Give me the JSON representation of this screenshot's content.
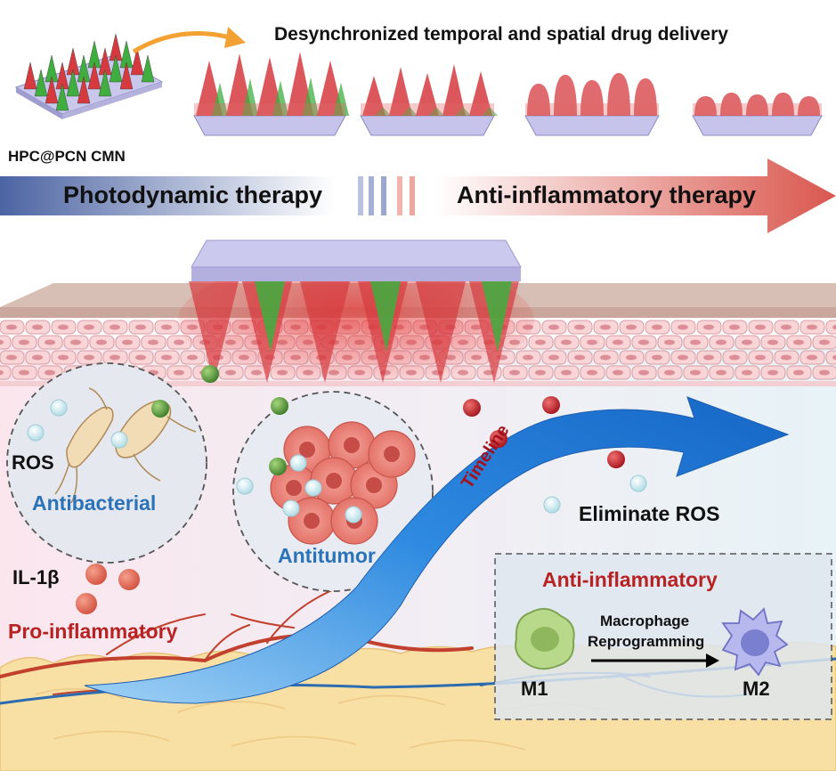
{
  "header": {
    "title": "Desynchronized temporal and spatial drug delivery",
    "patch_label": "HPC@PCN CMN"
  },
  "therapy_bar": {
    "left": "Photodynamic therapy",
    "right": "Anti-inflammatory therapy"
  },
  "labels": {
    "ros": "ROS",
    "antibacterial": "Antibacterial",
    "antitumor": "Antitumor",
    "il1b": "IL-1β",
    "pro_inflammatory": "Pro-inflammatory",
    "timeline": "Timeline",
    "eliminate_ros": "Eliminate ROS",
    "anti_inflammatory": "Anti-inflammatory",
    "macrophage": "Macrophage",
    "reprogramming": "Reprogramming",
    "m1": "M1",
    "m2": "M2"
  },
  "colors": {
    "ptd_blue": "#3f5b9a",
    "anti_red": "#d9574e",
    "needle_red": "#d63a3f",
    "needle_green": "#3fae3f",
    "label_blue": "#2a73b8",
    "label_red": "#b82222",
    "ros_bubble": "#dff3f6",
    "il1b_dot": "#e86c5e"
  }
}
